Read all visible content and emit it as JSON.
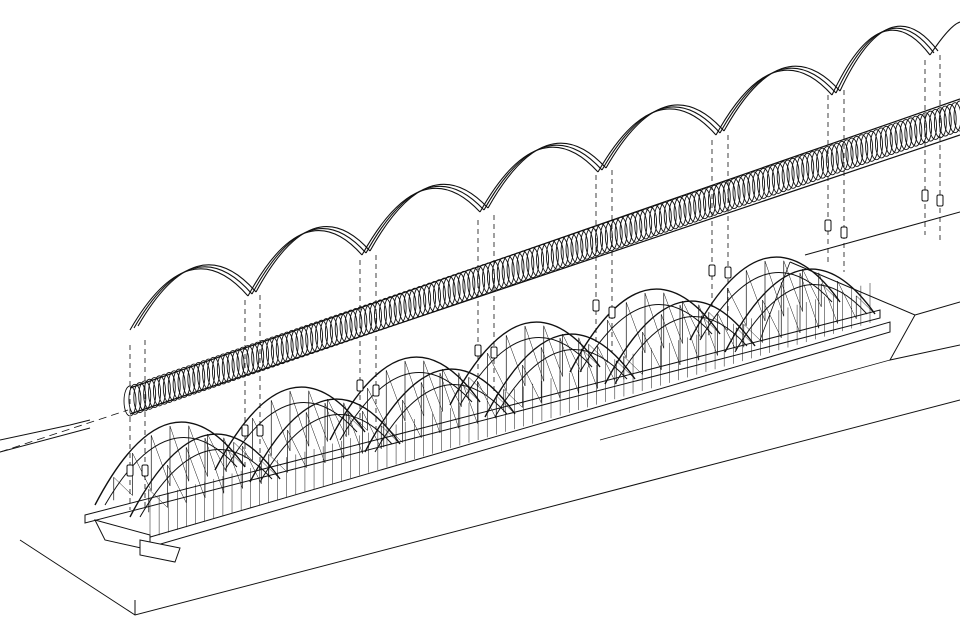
{
  "drawing": {
    "kind": "exploded axonometric line drawing of a segmented arched bridge with a floating coiled pipe above",
    "line_color": "#111111",
    "background": "#ffffff",
    "arch_segment_count": 7,
    "truss_span_count": 6
  },
  "labels": []
}
